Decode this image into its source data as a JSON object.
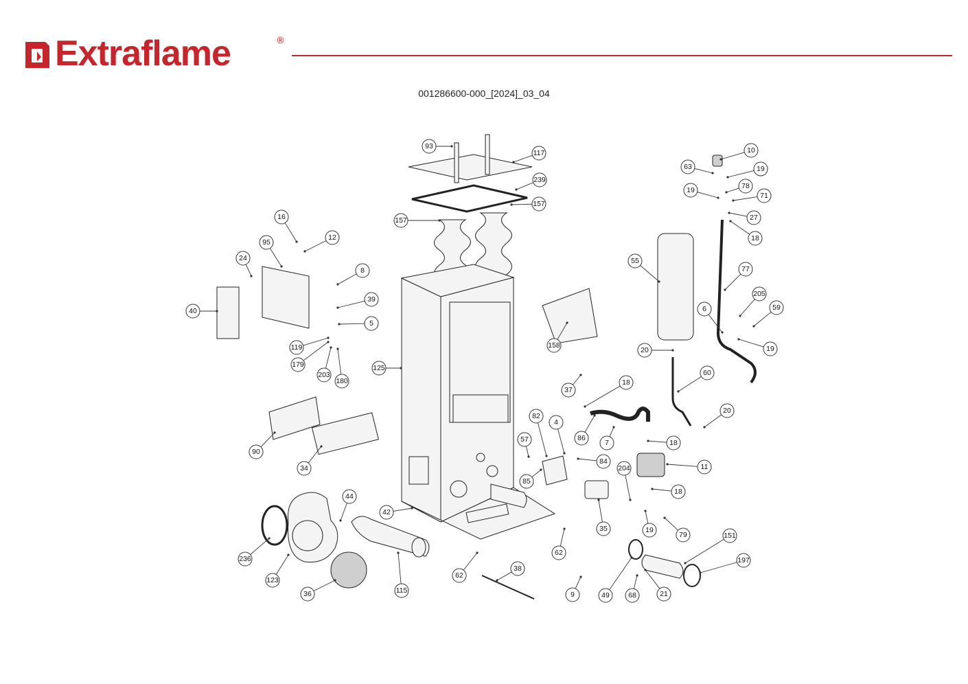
{
  "header": {
    "brand": "Extraflame",
    "registered_mark": "®",
    "document_code": "001286600-000_[2024]_03_04"
  },
  "colors": {
    "brand_red": "#c8242b",
    "line": "#333333",
    "background": "#ffffff"
  },
  "diagram": {
    "callouts": [
      "93",
      "117",
      "239",
      "157",
      "157",
      "10",
      "63",
      "19",
      "78",
      "19",
      "71",
      "27",
      "18",
      "16",
      "12",
      "95",
      "24",
      "8",
      "39",
      "40",
      "5",
      "119",
      "179",
      "203",
      "180",
      "125",
      "55",
      "77",
      "205",
      "59",
      "6",
      "19",
      "20",
      "158",
      "37",
      "60",
      "18",
      "20",
      "90",
      "34",
      "82",
      "4",
      "57",
      "84",
      "85",
      "86",
      "7",
      "18",
      "11",
      "204",
      "18",
      "35",
      "79",
      "19",
      "44",
      "42",
      "236",
      "123",
      "36",
      "115",
      "62",
      "62",
      "38",
      "9",
      "151",
      "197",
      "49",
      "68",
      "21"
    ]
  }
}
